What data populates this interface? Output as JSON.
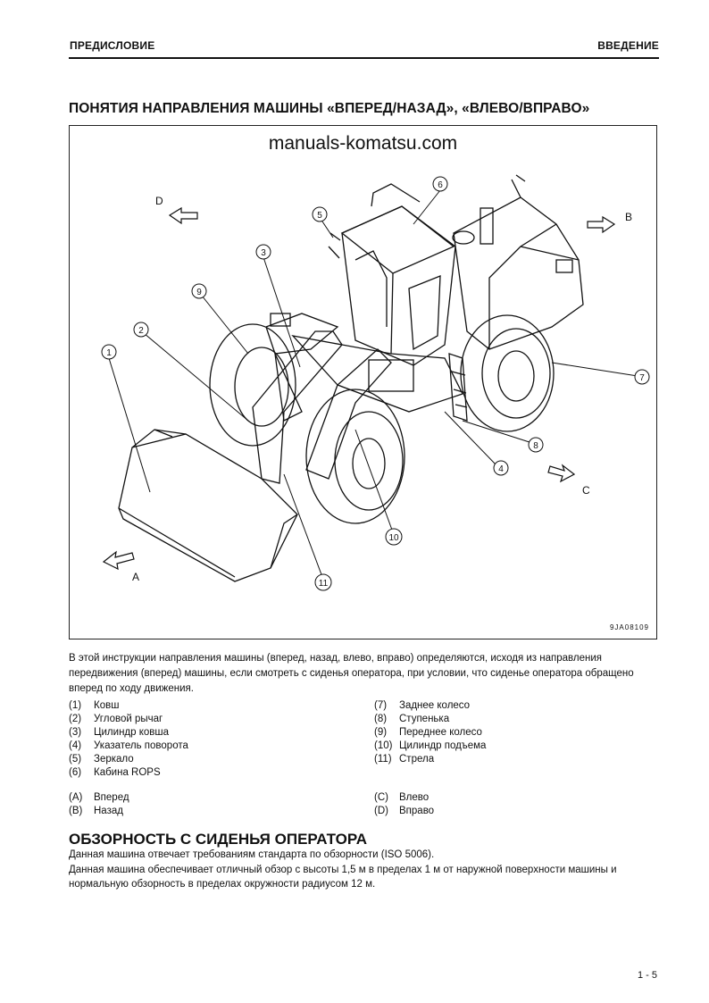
{
  "header": {
    "left": "ПРЕДИСЛОВИЕ",
    "right": "ВВЕДЕНИЕ"
  },
  "section_title": "ПОНЯТИЯ НАПРАВЛЕНИЯ МАШИНЫ «ВПЕРЕД/НАЗАД», «ВЛЕВО/ВПРАВО»",
  "figure": {
    "watermark": "manuals-komatsu.com",
    "code": "9JA08109",
    "callouts": [
      "1",
      "2",
      "3",
      "4",
      "5",
      "6",
      "7",
      "8",
      "9",
      "10",
      "11"
    ],
    "directions": [
      "A",
      "B",
      "C",
      "D"
    ]
  },
  "intro": "В этой инструкции направления машины (вперед, назад, влево, вправо) определяются, исходя из направления передвижения (вперед) машины, если смотреть с сиденья оператора, при условии, что сиденье оператора обращено вперед по ходу движения.",
  "parts_left": [
    {
      "num": "(1)",
      "label": "Ковш"
    },
    {
      "num": "(2)",
      "label": "Угловой рычаг"
    },
    {
      "num": "(3)",
      "label": "Цилиндр ковша"
    },
    {
      "num": "(4)",
      "label": "Указатель поворота"
    },
    {
      "num": "(5)",
      "label": "Зеркало"
    },
    {
      "num": "(6)",
      "label": "Кабина ROPS"
    }
  ],
  "parts_right": [
    {
      "num": "(7)",
      "label": "Заднее колесо"
    },
    {
      "num": "(8)",
      "label": "Ступенька"
    },
    {
      "num": "(9)",
      "label": "Переднее колесо"
    },
    {
      "num": "(10)",
      "label": "Цилиндр подъема"
    },
    {
      "num": "(11)",
      "label": "Стрела"
    }
  ],
  "directions_left": [
    {
      "num": "(A)",
      "label": "Вперед"
    },
    {
      "num": "(B)",
      "label": "Назад"
    }
  ],
  "directions_right": [
    {
      "num": "(C)",
      "label": "Влево"
    },
    {
      "num": "(D)",
      "label": "Вправо"
    }
  ],
  "section2_title": "ОБЗОРНОСТЬ С СИДЕНЬЯ ОПЕРАТОРА",
  "section2_lines": [
    "Данная машина отвечает требованиям стандарта по обзорности (ISO 5006).",
    "Данная машина обеспечивает отличный обзор с высоты 1,5 м в пределах 1 м от наружной поверхности машины и нормальную обзорность в пределах окружности радиусом 12 м."
  ],
  "page_number": "1 - 5"
}
